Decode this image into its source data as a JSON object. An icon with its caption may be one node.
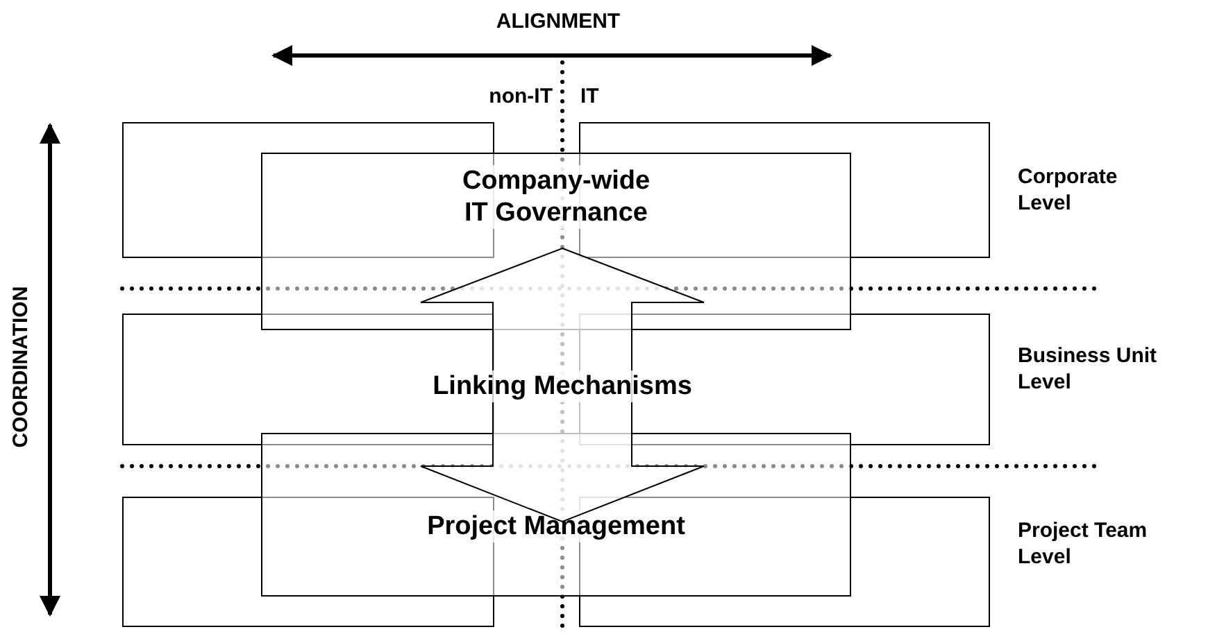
{
  "diagram": {
    "nodes": [
      {
        "text": [],
        "shape": "box"
      },
      {
        "text": [],
        "shape": "box"
      },
      {
        "text": [],
        "shape": "box"
      },
      {
        "text": [],
        "shape": "box"
      },
      {
        "text": [],
        "shape": "box"
      },
      {
        "text": [],
        "shape": "box"
      },
      {
        "text": [
          "Company-wide IT Governance"
        ]
      },
      {
        "text": [
          "Linking Mechanisms"
        ]
      },
      {
        "text": [
          "Project Management"
        ]
      }
    ],
    "labels": [
      "ALIGNMENT",
      "non-IT",
      "IT",
      "COORDINATION",
      "Corporate Level",
      "Business Unit Level",
      "Project Team Level"
    ]
  }
}
